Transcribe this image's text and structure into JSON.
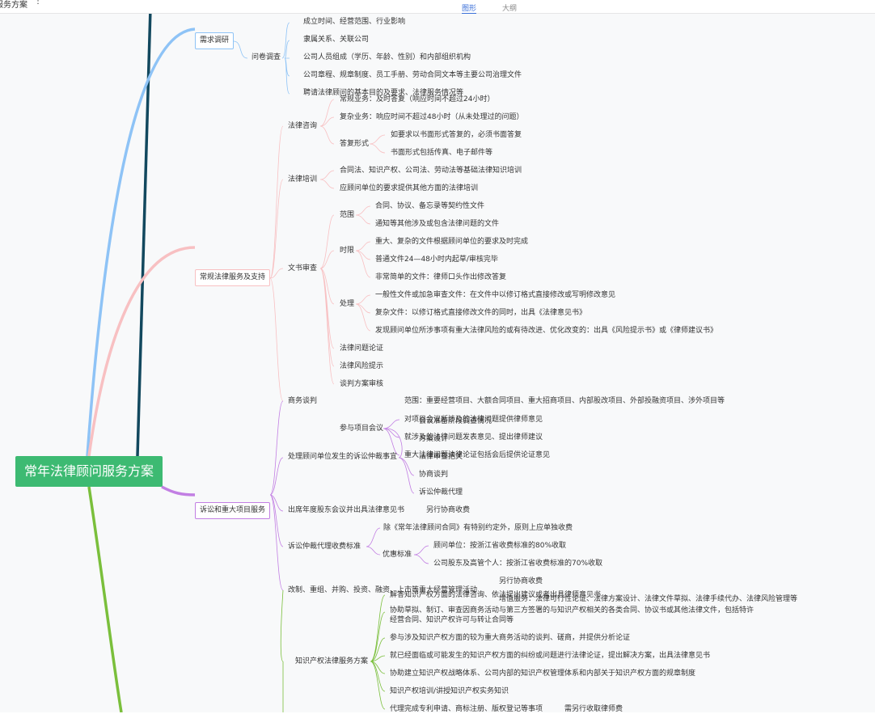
{
  "header": {
    "doc_title": "服务方案",
    "more_label": "⋮",
    "tabs": [
      {
        "label": "图形",
        "active": true
      },
      {
        "label": "大纲",
        "active": false
      }
    ]
  },
  "colors": {
    "accent": "#3dba72",
    "tab_active": "#3a6fd8",
    "branch_dark": "#12485e",
    "branch_blue": "#8ec3f6",
    "branch_pink": "#f8c0c2",
    "branch_purple": "#c27fe3",
    "branch_green": "#7abf3b"
  },
  "mindmap": {
    "root": "常年法律顾问服务方案",
    "b1": {
      "label": "需求调研",
      "sub": "问卷调查",
      "items": [
        "成立时间、经营范围、行业影响",
        "隶属关系、关联公司",
        "公司人员组成（学历、年龄、性别）和内部组织机构",
        "公司章程、规章制度、员工手册、劳动合同文本等主要公司治理文件",
        "聘请法律顾问的基本目的及要求、法律服务情况等"
      ]
    },
    "b2": {
      "label": "常规法律服务及支持",
      "consult": {
        "label": "法律咨询",
        "items": [
          "常规业务：及时答复（响应时间不超过24小时）",
          "复杂业务：响应时间不超过48小时（从未处理过的问题）"
        ],
        "reply_form": {
          "label": "答复形式",
          "items": [
            "如要求以书面形式答复的，必须书面答复",
            "书面形式包括传真、电子邮件等"
          ]
        }
      },
      "training": {
        "label": "法律培训",
        "items": [
          "合同法、知识产权、公司法、劳动法等基础法律知识培训",
          "应顾问单位的要求提供其他方面的法律培训"
        ]
      },
      "review": {
        "label": "文书审查",
        "scope": {
          "label": "范围",
          "items": [
            "合同、协议、备忘录等契约性文件",
            "通知等其他涉及或包含法律问题的文件"
          ]
        },
        "limit": {
          "label": "时限",
          "items": [
            "重大、复杂的文件根据顾问单位的要求及时完成",
            "普通文件24—48小时内起草/审核完毕",
            "非常简单的文件：律师口头作出修改答复"
          ]
        },
        "handle": {
          "label": "处理",
          "items": [
            "一般性文件或加急审查文件：在文件中以修订格式直接修改或写明修改意见",
            "复杂文件：以修订格式直接修改文件的同时，出具《法律意见书》",
            "发现顾问单位所涉事项有重大法律风险的或有待改进、优化改变的：出具《风险提示书》或《律师建议书》"
          ]
        }
      },
      "others": [
        "法律问题论证",
        "法律风险提示",
        "谈判方案审核"
      ]
    },
    "b3": {
      "label": "诉讼和重大项目服务",
      "biz_nego": "商务谈判",
      "scope_text": "范围：重要经营项目、大额合同项目、重大招商项目、内部股改项目、外部投融资项目、涉外项目等",
      "meeting": {
        "label": "参与项目会议",
        "items": [
          "对项目会议所涉及的法律问题提供律师意见",
          "就涉及的法律问题发表意见、提出律师建议",
          "重大法律问题法律论证包括会后提供论证意见"
        ],
        "overlay": [
          "会议准备阶段调查情况",
          "方案设计",
          "法律审查把关"
        ]
      },
      "litigation": {
        "label": "处理顾问单位发生的诉讼仲裁事宜",
        "items": [
          "协商谈判",
          "诉讼仲裁代理"
        ]
      },
      "shareholder": {
        "label": "出席年度股东会议并出具法律意见书",
        "fee_note": "另行协商收费"
      },
      "fee": {
        "label": "诉讼仲裁代理收费标准",
        "note": "除《常年法律顾问合同》有特别约定外，原则上应单独收费",
        "discount": {
          "label": "优惠标准",
          "items": [
            "顾问单位：按浙江省收费标准的80%收取",
            "公司股东及高管个人：按浙江省收费标准的70%收取"
          ]
        }
      },
      "merge": {
        "label": "改制、重组、并购、投资、融资、上市等重大经营管理活动",
        "fee_note": "另行协商收费",
        "items": [
          "解答知识产权方面的法律咨询、依法提出建议或者出具律师意见书",
          "增值服务：法律可行性论证、法律方案设计、法律文件草拟、法律手续代办、法律风险管理等"
        ]
      },
      "ip": {
        "label": "知识产权法律服务方案",
        "items": [
          "协助草拟、制订、审查因商务活动与第三方签署的与知识产权相关的各类合同、协议书或其他法律文件，包括特许",
          "经营合同、知识产权许可与转让合同等",
          "参与涉及知识产权方面的较为重大商务活动的谈判、磋商，并提供分析论证",
          "就已经面临或可能发生的知识产权方面的纠纷或问题进行法律论证，提出解决方案，出具法律意见书",
          "协助建立知识产权战略体系、公司内部的知识产权管理体系和内部关于知识产权方面的规章制度",
          "知识产权培训/讲授知识产权实务知识",
          "代理完成专利申请、商标注册、版权登记等事项"
        ],
        "fee_note": "需另行收取律师费"
      }
    }
  }
}
